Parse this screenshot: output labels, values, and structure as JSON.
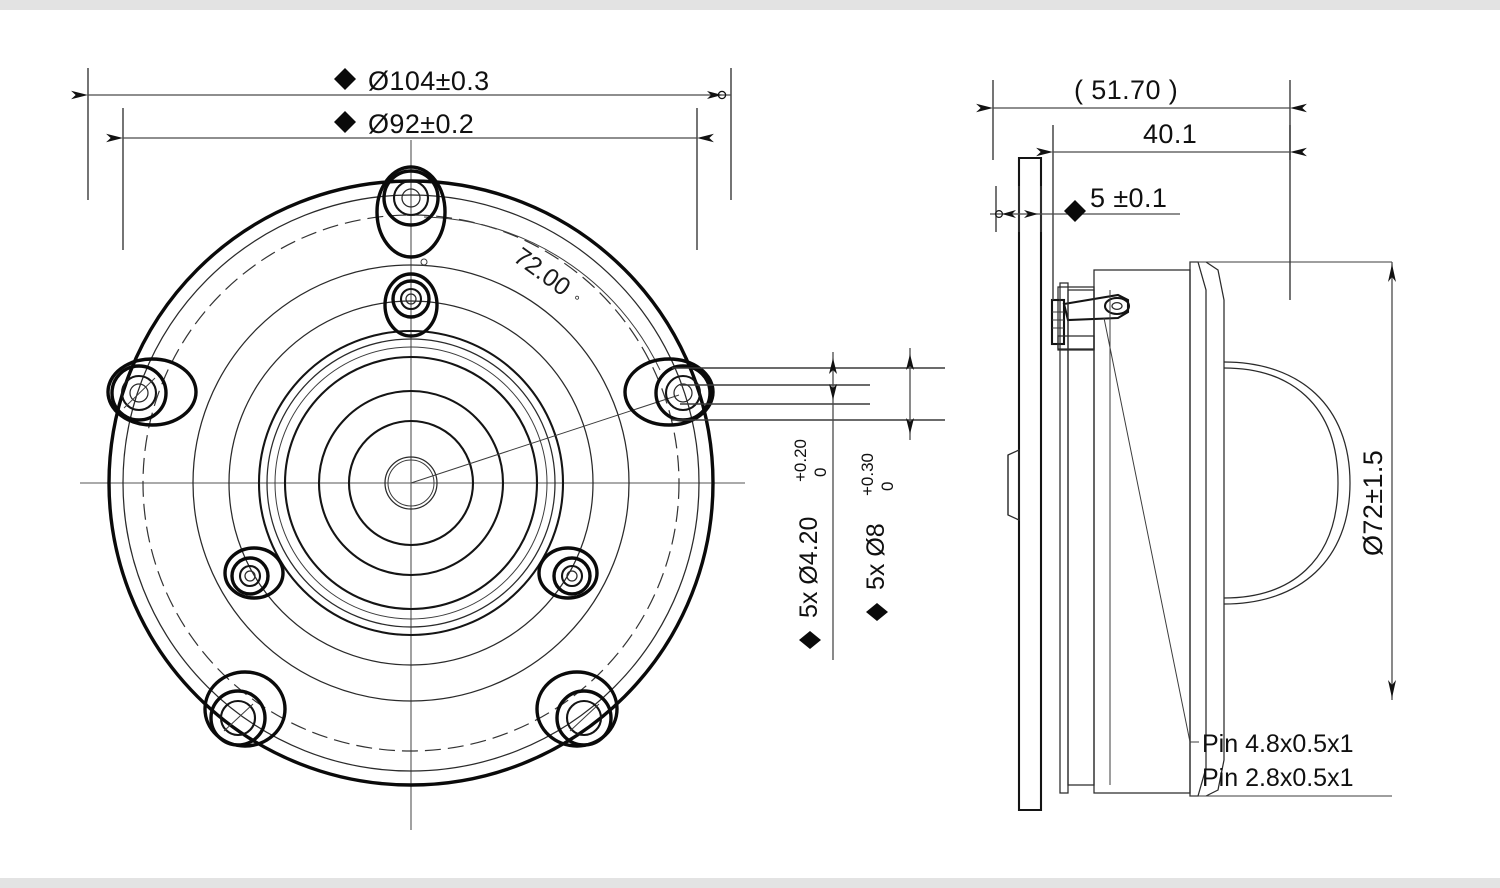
{
  "document": {
    "type": "engineering-drawing",
    "description": "Loudspeaker driver mechanical drawing: front view and side section view",
    "background_color": "#e3e3e3",
    "paper_color": "#ffffff",
    "line_color": "#111111"
  },
  "front_view": {
    "name": "front-view",
    "dimensions": {
      "outer_diameter": {
        "symbol": "◆",
        "label": "Ø104±0.3",
        "value": 104,
        "tolerance": "±0.3"
      },
      "bolt_circle_diameter": {
        "symbol": "◆",
        "label": "Ø92±0.2",
        "value": 92,
        "tolerance": "±0.2"
      },
      "hole_angle": {
        "label": "72.00",
        "unit": "°",
        "value": 72.0
      },
      "small_hole": {
        "symbol": "◆",
        "label": "5x Ø4.20",
        "count": 5,
        "diameter": 4.2,
        "tol_upper": "+0.20",
        "tol_lower": "0"
      },
      "large_hole": {
        "symbol": "◆",
        "label": "5x Ø8",
        "count": 5,
        "diameter": 8,
        "tol_upper": "+0.30",
        "tol_lower": "0"
      }
    }
  },
  "side_view": {
    "name": "side-view",
    "dimensions": {
      "overall_depth": {
        "label": "( 51.70 )",
        "value": 51.7,
        "reference": true
      },
      "body_depth": {
        "label": "40.1",
        "value": 40.1
      },
      "flange_thickness": {
        "symbol": "◆",
        "label": "5 ±0.1",
        "value": 5,
        "tolerance": "±0.1"
      },
      "magnet_diameter": {
        "label": "Ø72±1.5",
        "value": 72,
        "tolerance": "±1.5"
      }
    },
    "notes": [
      "Pin 4.8x0.5x1",
      "Pin 2.8x0.5x1"
    ]
  }
}
